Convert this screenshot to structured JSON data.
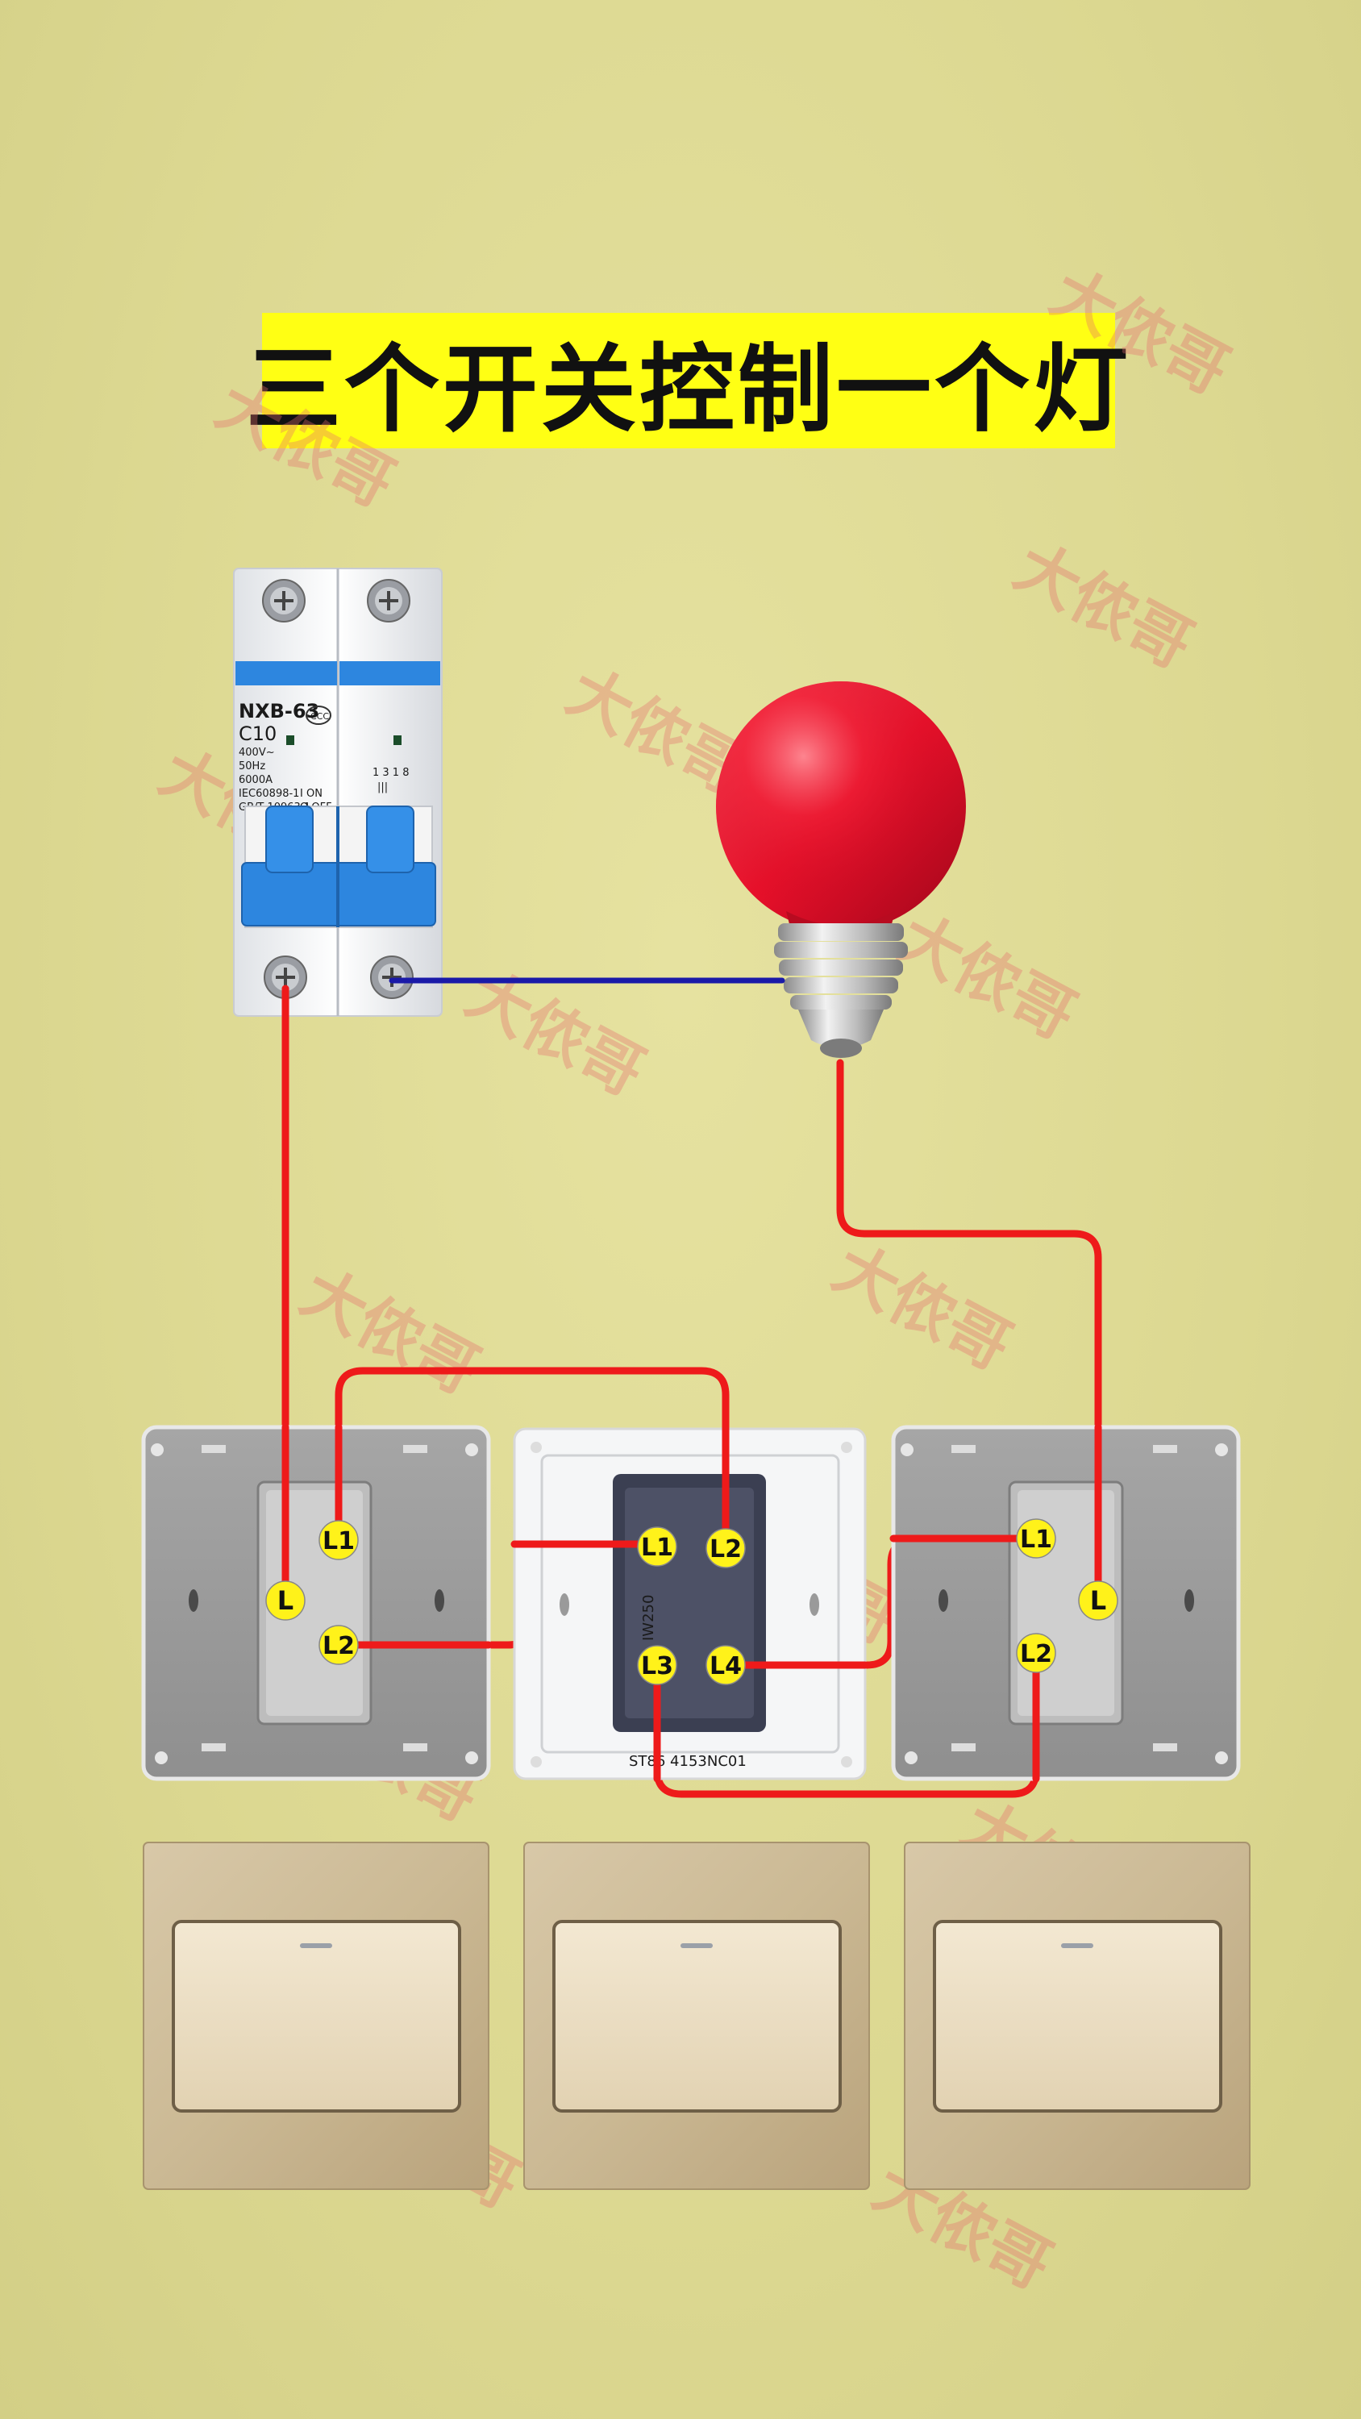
{
  "title": "三个开关控制一个灯",
  "watermark": "大侬哥",
  "breaker": {
    "model": "NXB-63",
    "rating": "C10",
    "spec_lines": [
      "400V~",
      "50Hz",
      "6000A",
      "IEC60898-1",
      "GB/T 10963.1"
    ],
    "on_label": "I ON",
    "off_label": "O OFF",
    "right_pole_lines": [
      "1 3 1 8",
      "|||"
    ]
  },
  "switch_left": {
    "terminals": [
      "L1",
      "L",
      "L2"
    ]
  },
  "switch_middle": {
    "terminals": [
      "L1",
      "L2",
      "L3",
      "L4"
    ],
    "module_text": "IW250",
    "bottom_code": "ST86 4153NC01"
  },
  "switch_right": {
    "terminals": [
      "L1",
      "L",
      "L2"
    ]
  },
  "colors": {
    "background": "#dcd891",
    "title_bg": "#ffff14",
    "live_wire": "#ee1a1a",
    "neutral_wire": "#1a1aa8",
    "terminal_marker": "#fff21a",
    "bulb": "#e8102a",
    "breaker_blue": "#2d86df"
  }
}
